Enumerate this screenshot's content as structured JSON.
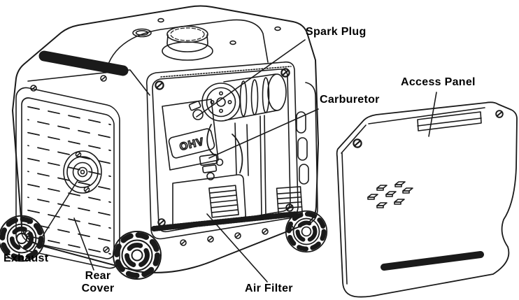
{
  "figure": {
    "background_color": "#ffffff",
    "line_color": "#1a1a1a",
    "text_color": "#000000"
  },
  "labels": {
    "spark_plug": "Spark Plug",
    "carburetor": "Carburetor",
    "access_panel": "Access Panel",
    "exhaust": "Exhaust",
    "rear_cover": "Rear\nCover",
    "air_filter": "Air Filter"
  },
  "engine_marking": "OHV"
}
